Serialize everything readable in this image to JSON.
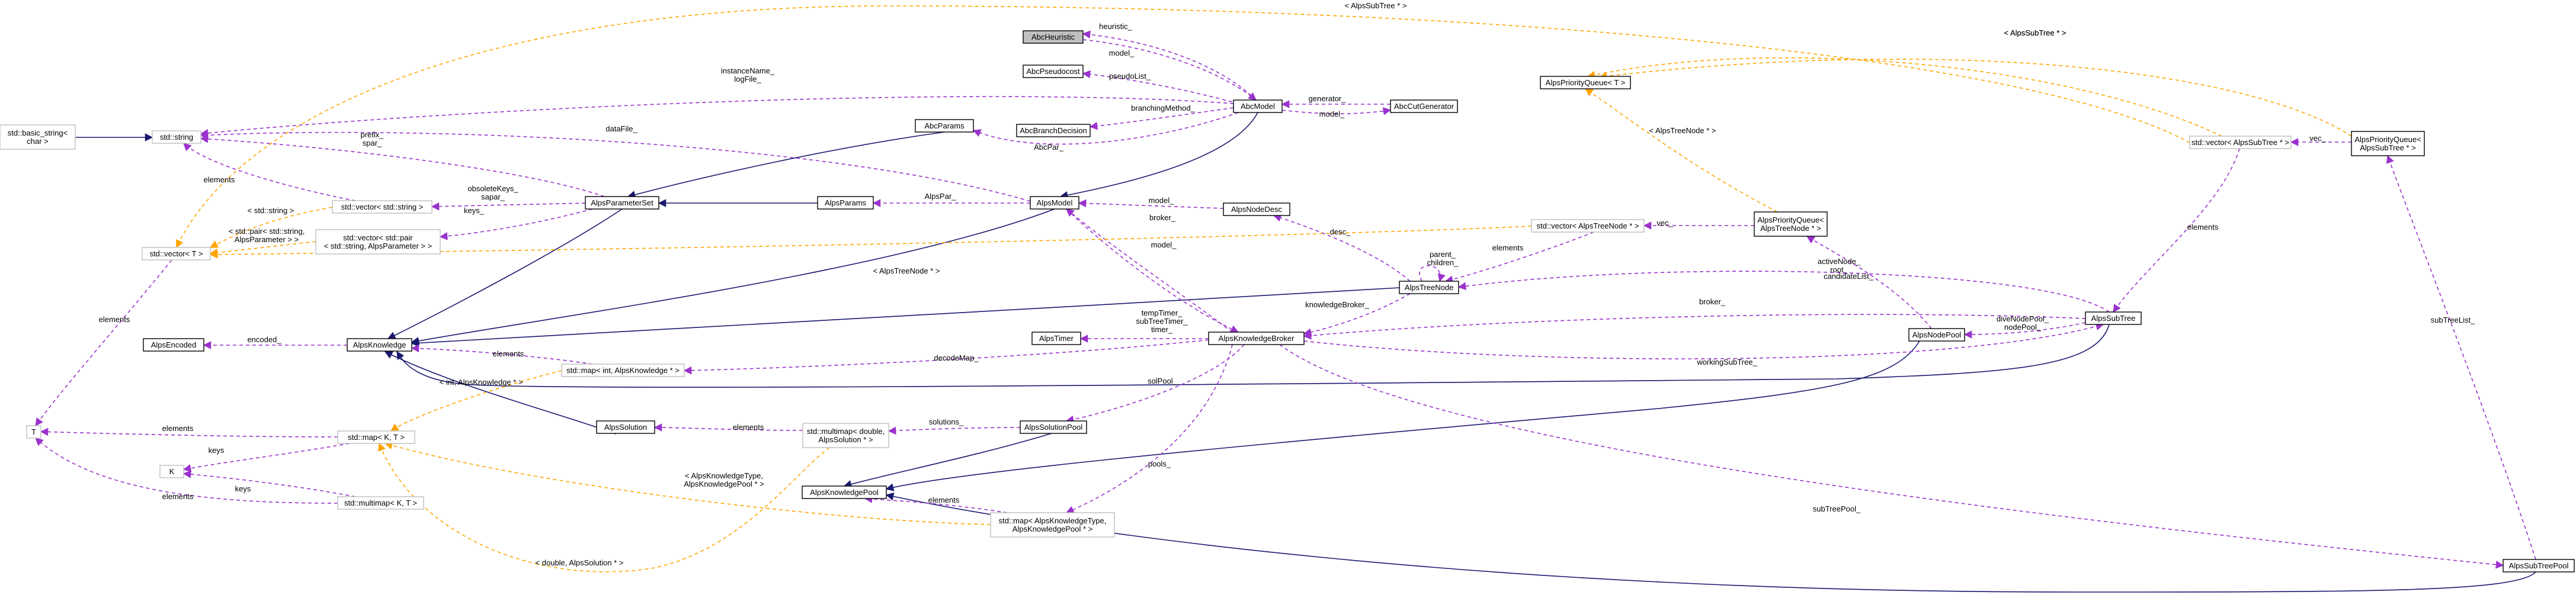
{
  "colors": {
    "inherit": "#191970",
    "usage": "#9a32cd",
    "template": "#ffa500",
    "node_border": "#000000",
    "node_border_template": "#bfbfbf",
    "node_fill": "#ffffff",
    "highlight_fill": "#bfbfbf"
  },
  "nodes": [
    {
      "id": "heuristic",
      "label": [
        "AbcHeuristic"
      ],
      "highlight": true
    },
    {
      "id": "pseudocost",
      "label": [
        "AbcPseudocost"
      ]
    },
    {
      "id": "branchdec",
      "label": [
        "AbcBranchDecision"
      ]
    },
    {
      "id": "abcmodel",
      "label": [
        "AbcModel"
      ]
    },
    {
      "id": "cutgen",
      "label": [
        "AbcCutGenerator"
      ]
    },
    {
      "id": "abcparams",
      "label": [
        "AbcParams"
      ]
    },
    {
      "id": "stdstring",
      "label": [
        "std::string"
      ],
      "template": true
    },
    {
      "id": "basicstring",
      "label": [
        "std::basic_string<",
        "char >"
      ],
      "template": true
    },
    {
      "id": "vecstring",
      "label": [
        "std::vector< std::string >"
      ],
      "template": true
    },
    {
      "id": "paramset",
      "label": [
        "AlpsParameterSet"
      ]
    },
    {
      "id": "vecpair",
      "label": [
        "std::vector< std::pair",
        "< std::string, AlpsParameter > >"
      ],
      "template": true
    },
    {
      "id": "pairstr",
      "label": [
        "std::pair< std::string,",
        "AlpsParameter >"
      ],
      "template": true
    },
    {
      "id": "alpsparams",
      "label": [
        "AlpsParams"
      ]
    },
    {
      "id": "alpsmodel",
      "label": [
        "AlpsModel"
      ]
    },
    {
      "id": "vectorT",
      "label": [
        "std::vector< T >"
      ],
      "template": true
    },
    {
      "id": "T",
      "label": [
        "T"
      ],
      "template": true
    },
    {
      "id": "encoded",
      "label": [
        "AlpsEncoded"
      ]
    },
    {
      "id": "knowledge",
      "label": [
        "AlpsKnowledge"
      ]
    },
    {
      "id": "mapintk",
      "label": [
        "std::map< int, AlpsKnowledge * >"
      ],
      "template": true
    },
    {
      "id": "mapKT",
      "label": [
        "std::map< K, T >"
      ],
      "template": true
    },
    {
      "id": "K",
      "label": [
        "K"
      ],
      "template": true
    },
    {
      "id": "multimapKT",
      "label": [
        "std::multimap< K, T >"
      ],
      "template": true
    },
    {
      "id": "solution",
      "label": [
        "AlpsSolution"
      ]
    },
    {
      "id": "multimapdbl",
      "label": [
        "std::multimap< double,",
        "AlpsSolution * >"
      ],
      "template": true
    },
    {
      "id": "solpool",
      "label": [
        "AlpsSolutionPool"
      ]
    },
    {
      "id": "kpool",
      "label": [
        "AlpsKnowledgePool"
      ]
    },
    {
      "id": "mapkpool",
      "label": [
        "std::map< AlpsKnowledgeType,",
        "AlpsKnowledgePool * >"
      ],
      "template": true
    },
    {
      "id": "timer",
      "label": [
        "AlpsTimer"
      ]
    },
    {
      "id": "broker",
      "label": [
        "AlpsKnowledgeBroker"
      ]
    },
    {
      "id": "nodedesc",
      "label": [
        "AlpsNodeDesc"
      ]
    },
    {
      "id": "treenode",
      "label": [
        "AlpsTreeNode"
      ]
    },
    {
      "id": "vectreenode",
      "label": [
        "std::vector< AlpsTreeNode * >"
      ],
      "template": true
    },
    {
      "id": "pqtreenode",
      "label": [
        "AlpsPriorityQueue<",
        "AlpsTreeNode * >"
      ]
    },
    {
      "id": "pqT",
      "label": [
        "AlpsPriorityQueue< T >"
      ]
    },
    {
      "id": "vecsubtree",
      "label": [
        "std::vector< AlpsSubTree * >"
      ],
      "template": true
    },
    {
      "id": "pqsubtree",
      "label": [
        "AlpsPriorityQueue<",
        "AlpsSubTree * >"
      ]
    },
    {
      "id": "nodepool",
      "label": [
        "AlpsNodePool"
      ]
    },
    {
      "id": "subtree",
      "label": [
        "AlpsSubTree"
      ]
    },
    {
      "id": "subtreepool",
      "label": [
        "AlpsSubTreePool"
      ]
    }
  ],
  "edges": [
    {
      "id": "basicstring-stdstring",
      "kind": "inherit"
    },
    {
      "id": "abcparams-paramset",
      "kind": "inherit"
    },
    {
      "id": "alpsparams-paramset",
      "kind": "inherit"
    },
    {
      "id": "alpsmodel-abcmodel",
      "kind": "inherit"
    },
    {
      "id": "knowledge-paramset",
      "kind": "inherit"
    },
    {
      "id": "knowledge-alpsmodel",
      "kind": "inherit"
    },
    {
      "id": "knowledge-treenode",
      "kind": "inherit"
    },
    {
      "id": "knowledge-solution",
      "kind": "inherit"
    },
    {
      "id": "knowledge-subtree",
      "kind": "inherit"
    },
    {
      "id": "kpool-solpool",
      "kind": "inherit"
    },
    {
      "id": "kpool-nodepool",
      "kind": "inherit"
    },
    {
      "id": "kpool-subtreepool",
      "kind": "inherit"
    },
    {
      "id": "stdstring-alpsmodel",
      "kind": "usage",
      "labels": [
        "dataFile_"
      ]
    },
    {
      "id": "stdstring-abcmodel",
      "kind": "usage",
      "labels": [
        "instanceName_",
        "logFile_"
      ]
    },
    {
      "id": "stdstring-paramset",
      "kind": "usage",
      "labels": [
        "prefix_",
        "spar_"
      ]
    },
    {
      "id": "stdstring-vecstring",
      "kind": "usage",
      "labels": [
        "elements"
      ]
    },
    {
      "id": "vecstring-paramset",
      "kind": "usage",
      "labels": [
        "obsoleteKeys_",
        "sapar_"
      ]
    },
    {
      "id": "vecpair-paramset",
      "kind": "usage",
      "labels": [
        "keys_"
      ]
    },
    {
      "id": "abcmodel-heuristic",
      "kind": "usage",
      "labels": [
        "heuristic_"
      ]
    },
    {
      "id": "abcmodel-pseudocost",
      "kind": "usage",
      "labels": [
        "pseudoList_"
      ]
    },
    {
      "id": "abcmodel-branchdec",
      "kind": "usage",
      "labels": [
        "branchingMethod_"
      ]
    },
    {
      "id": "cutgen-abcmodel",
      "kind": "usage",
      "labels": [
        "generator_"
      ]
    },
    {
      "id": "abcmodel-cutgen",
      "kind": "usage",
      "labels": [
        "model_"
      ]
    },
    {
      "id": "heuristic-abcmodel",
      "kind": "usage",
      "labels": [
        "model_"
      ]
    },
    {
      "id": "abcparams-abcmodel",
      "kind": "usage",
      "labels": [
        "AbcPar_"
      ]
    },
    {
      "id": "alpsparams-alpsmodel",
      "kind": "usage",
      "labels": [
        "AlpsPar_"
      ]
    },
    {
      "id": "alpsmodel-nodedesc",
      "kind": "usage",
      "labels": [
        "model_"
      ]
    },
    {
      "id": "alpsmodel-broker",
      "kind": "usage",
      "labels": [
        "model_"
      ]
    },
    {
      "id": "broker-alpsmodel",
      "kind": "usage",
      "labels": [
        "broker_"
      ]
    },
    {
      "id": "nodedesc-treenode",
      "kind": "usage",
      "labels": [
        "desc_"
      ]
    },
    {
      "id": "treenode-self",
      "kind": "usage",
      "labels": [
        "parent_",
        "children_"
      ]
    },
    {
      "id": "vectreenode-treenode",
      "kind": "usage",
      "labels": [
        "elements"
      ]
    },
    {
      "id": "broker-treenode",
      "kind": "usage",
      "labels": [
        "knowledgeBroker_"
      ]
    },
    {
      "id": "pqtreenode-vectreenode",
      "kind": "usage",
      "labels": [
        "vec_"
      ]
    },
    {
      "id": "nodepool-pqtreenode",
      "kind": "usage",
      "labels": [
        "candidateList_"
      ]
    },
    {
      "id": "subtree-treenode",
      "kind": "usage",
      "labels": [
        "activeNode_",
        "root_"
      ]
    },
    {
      "id": "broker-subtree",
      "kind": "usage",
      "labels": [
        "broker_"
      ]
    },
    {
      "id": "subtree-nodepool",
      "kind": "usage",
      "labels": [
        "diveNodePool_",
        "nodePool_"
      ]
    },
    {
      "id": "subtree-broker",
      "kind": "usage",
      "labels": [
        "workingSubTree_"
      ]
    },
    {
      "id": "broker-subtreepool",
      "kind": "usage",
      "labels": [
        "subTreePool_"
      ]
    },
    {
      "id": "timer-broker",
      "kind": "usage",
      "labels": [
        "tempTimer_",
        "subTreeTimer_",
        "timer_"
      ]
    },
    {
      "id": "broker-mapint",
      "kind": "usage",
      "labels": [
        "decodeMap_"
      ]
    },
    {
      "id": "mapint-knowledge",
      "kind": "usage",
      "labels": [
        "elements"
      ]
    },
    {
      "id": "encoded-knowledge",
      "kind": "usage",
      "labels": [
        "encoded_"
      ]
    },
    {
      "id": "solution-multimap",
      "kind": "usage",
      "labels": [
        "elements"
      ]
    },
    {
      "id": "multimap-solpool",
      "kind": "usage",
      "labels": [
        "solutions_"
      ]
    },
    {
      "id": "broker-solpool",
      "kind": "usage",
      "labels": [
        "solPool_"
      ]
    },
    {
      "id": "broker-mapkpool",
      "kind": "usage",
      "labels": [
        "pools_"
      ]
    },
    {
      "id": "mapkpool-kpool",
      "kind": "usage",
      "labels": [
        "elements"
      ]
    },
    {
      "id": "vecsubtree-subtree",
      "kind": "usage",
      "labels": [
        "elements"
      ]
    },
    {
      "id": "pqsubtree-vecsubtree",
      "kind": "usage",
      "labels": [
        "vec_"
      ]
    },
    {
      "id": "subtreepool-pqsubtree",
      "kind": "usage",
      "labels": [
        "subTreeList_"
      ]
    },
    {
      "id": "vectorT-T",
      "kind": "usage",
      "labels": [
        "elements"
      ]
    },
    {
      "id": "mapKT-T",
      "kind": "usage",
      "labels": [
        "elements"
      ]
    },
    {
      "id": "mapKT-K",
      "kind": "usage",
      "labels": [
        "keys"
      ]
    },
    {
      "id": "multimapKT-K",
      "kind": "usage",
      "labels": [
        "keys"
      ]
    },
    {
      "id": "multimapKT-T",
      "kind": "usage",
      "labels": [
        "elements"
      ]
    },
    {
      "id": "tpl-vecstring",
      "kind": "template",
      "labels": [
        "< std::string >"
      ]
    },
    {
      "id": "tpl-vecpair",
      "kind": "template",
      "labels": [
        "< std::pair< std::string,",
        "AlpsParameter > >"
      ]
    },
    {
      "id": "tpl-vectreenode",
      "kind": "template",
      "labels": [
        "< AlpsTreeNode * >"
      ]
    },
    {
      "id": "tpl-vecsubtree",
      "kind": "template",
      "labels": [
        "< AlpsSubTree * >"
      ]
    },
    {
      "id": "tpl-vecsubtree2",
      "kind": "template",
      "labels": [
        "< AlpsSubTree * >"
      ]
    },
    {
      "id": "tpl-pqtreenode",
      "kind": "template",
      "labels": [
        "< AlpsTreeNode * >"
      ]
    },
    {
      "id": "tpl-pqsubtree",
      "kind": "template",
      "labels": [
        "< AlpsSubTree * >"
      ]
    },
    {
      "id": "tpl-mapint",
      "kind": "template",
      "labels": [
        "< int, AlpsKnowledge * >"
      ]
    },
    {
      "id": "tpl-mapkpool",
      "kind": "template",
      "labels": [
        "< AlpsKnowledgeType,",
        "AlpsKnowledgePool * >"
      ]
    },
    {
      "id": "tpl-multimapdbl",
      "kind": "template",
      "labels": [
        "< double, AlpsSolution * >"
      ]
    }
  ]
}
